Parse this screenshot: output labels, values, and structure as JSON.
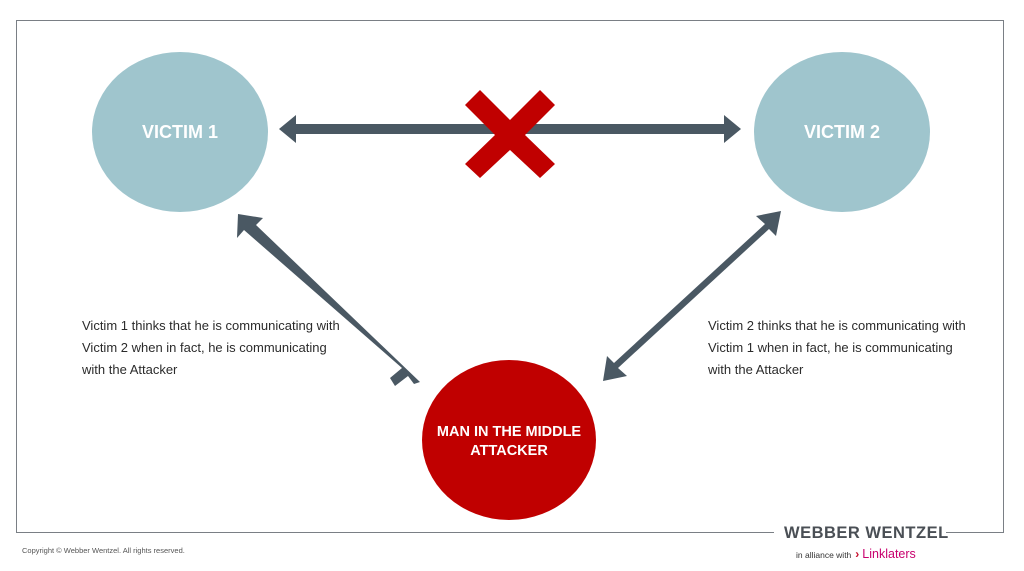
{
  "nodes": {
    "victim1": "VICTIM 1",
    "victim2": "VICTIM 2",
    "attacker_line1": "MAN IN THE MIDDLE",
    "attacker_line2": "ATTACKER"
  },
  "captions": {
    "left": "Victim 1 thinks that he is communicating with Victim 2 when in fact, he is communicating with the Attacker",
    "right": "Victim 2 thinks that he is communicating with Victim 1 when in fact, he is communicating with the Attacker"
  },
  "footer": {
    "copyright": "Copyright © Webber Wentzel. All rights reserved.",
    "brand": "WEBBER WENTZEL",
    "alliance_prefix": "in alliance with",
    "partner": "Linklaters"
  },
  "colors": {
    "victim_fill": "#9fc5cd",
    "attacker_fill": "#c00000",
    "arrow": "#4a5863",
    "cross": "#c00000"
  }
}
